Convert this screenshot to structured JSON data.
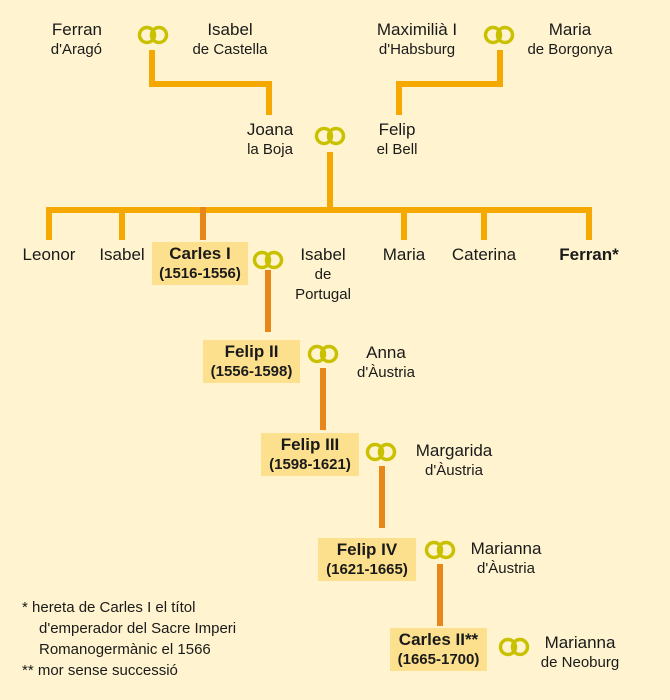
{
  "ring_icon": "wedding-rings-icon",
  "colors": {
    "background": "#fff4cf",
    "line": "#f5a800",
    "line_dark": "#e8861a",
    "highlight": "#fde08d",
    "ring": "#c9c100"
  },
  "grandparents": {
    "ferran": [
      "Ferran",
      "d'Aragó"
    ],
    "isabel": [
      "Isabel",
      "de Castella"
    ],
    "maximilia": [
      "Maximilià I",
      "d'Habsburg"
    ],
    "maria": [
      "Maria",
      "de Borgonya"
    ]
  },
  "parents": {
    "joana": [
      "Joana",
      "la Boja"
    ],
    "felip": [
      "Felip",
      "el Bell"
    ]
  },
  "children": {
    "leonor": "Leonor",
    "isabel": "Isabel",
    "maria": "Maria",
    "caterina": "Caterina",
    "ferran": "Ferran*"
  },
  "rulers": [
    {
      "name": "Carles I",
      "years": "(1516-1556)",
      "spouse": [
        "Isabel",
        "de",
        "Portugal"
      ]
    },
    {
      "name": "Felip II",
      "years": "(1556-1598)",
      "spouse": [
        "Anna",
        "d'Àustria"
      ]
    },
    {
      "name": "Felip III",
      "years": "(1598-1621)",
      "spouse": [
        "Margarida",
        "d'Àustria"
      ]
    },
    {
      "name": "Felip IV",
      "years": "(1621-1665)",
      "spouse": [
        "Marianna",
        "d'Àustria"
      ]
    },
    {
      "name": "Carles II**",
      "years": "(1665-1700)",
      "spouse": [
        "Marianna",
        "de Neoburg"
      ]
    }
  ],
  "footnotes": {
    "star_1": "*  hereta de Carles I el títol",
    "star_2": "d'emperador del Sacre Imperi",
    "star_3": "Romanogermànic el 1566",
    "double_star": "** mor sense successió"
  }
}
